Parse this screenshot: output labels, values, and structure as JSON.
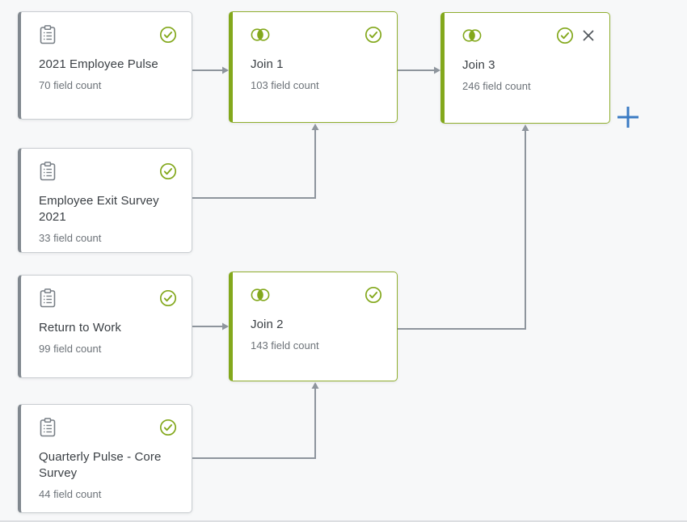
{
  "colors": {
    "green": "#83a81c",
    "gray-accent": "#81888f",
    "connector": "#8e959d",
    "blue": "#3b7bc4",
    "bg": "#f7f8f9"
  },
  "sources": [
    {
      "title": "2021 Employee Pulse",
      "fields": "70 field count"
    },
    {
      "title": "Employee Exit Survey 2021",
      "fields": "33 field count"
    },
    {
      "title": "Return to Work",
      "fields": "99 field count"
    },
    {
      "title": "Quarterly Pulse - Core Survey",
      "fields": "44 field count"
    }
  ],
  "joins": [
    {
      "title": "Join 1",
      "fields": "103 field count"
    },
    {
      "title": "Join 2",
      "fields": "143 field count"
    },
    {
      "title": "Join 3",
      "fields": "246 field count"
    }
  ],
  "icons": {
    "source": "clipboard-list-icon",
    "join": "venn-join-icon",
    "status": "check-circle-icon",
    "close": "close-x-icon",
    "add": "plus-icon"
  }
}
